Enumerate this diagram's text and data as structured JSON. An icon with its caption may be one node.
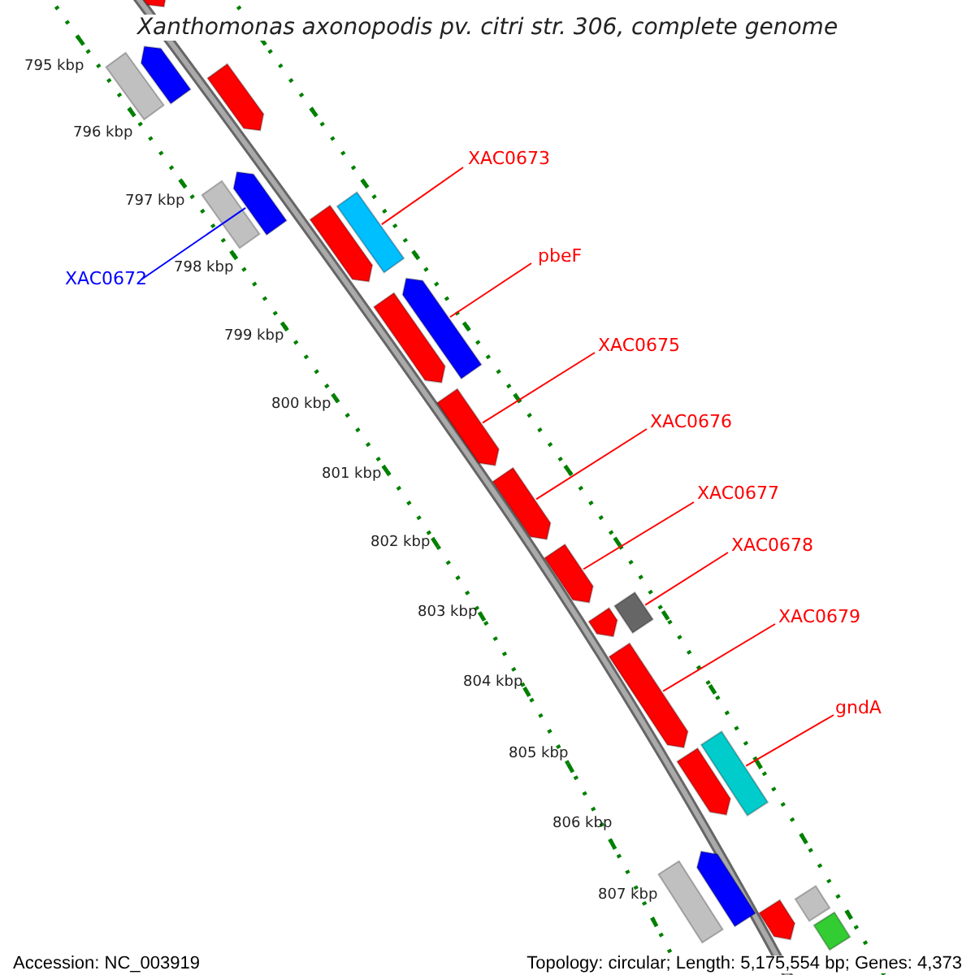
{
  "diagram": {
    "title": "Xanthomonas axonopodis pv. citri str. 306, complete genome",
    "nodes": [
      {
        "text": [],
        "shape": "bar"
      },
      {
        "text": [],
        "shape": "bar"
      },
      {
        "text": [],
        "shape": "bar"
      },
      {
        "text": [],
        "shape": "bar"
      },
      {
        "text": [
          "XAC0673"
        ]
      },
      {
        "text": [],
        "shape": "bar"
      },
      {
        "text": [],
        "shape": "bar"
      },
      {
        "text": [],
        "shape": "bar"
      },
      {
        "text": [],
        "shape": "bar"
      },
      {
        "text": [
          "pbeF"
        ]
      },
      {
        "text": [
          "XAC0672"
        ]
      },
      {
        "text": [],
        "shape": "bar"
      },
      {
        "text": [],
        "shape": "bar"
      },
      {
        "text": [
          "XAC0675"
        ]
      },
      {
        "text": [
          "XAC0676"
        ]
      },
      {
        "text": [],
        "shape": "bar"
      },
      {
        "text": [
          "XAC0677"
        ]
      },
      {
        "text": [],
        "shape": "bar"
      },
      {
        "text": [
          "XAC0678"
        ]
      },
      {
        "text": [],
        "shape": "bar"
      },
      {
        "text": [
          "XAC0679"
        ]
      },
      {
        "text": [],
        "shape": "bar"
      },
      {
        "text": [],
        "shape": "bar"
      },
      {
        "text": [],
        "shape": "bar"
      },
      {
        "text": [
          "gndA"
        ]
      },
      {
        "text": [],
        "shape": "bar"
      },
      {
        "text": [],
        "shape": "bar"
      },
      {
        "text": [],
        "shape": "bar"
      },
      {
        "text": [],
        "shape": "bar"
      },
      {
        "text": [],
        "shape": "bar"
      },
      {
        "text": [],
        "shape": "bar"
      },
      {
        "text": [],
        "shape": "bar"
      }
    ],
    "edges": [
      {
        "from": 10,
        "to": 5,
        "arrow": "none",
        "color": "#0000ff"
      },
      {
        "from": 4,
        "to": 7,
        "arrow": "none"
      },
      {
        "from": 9,
        "to": 11,
        "arrow": "none"
      },
      {
        "from": 13,
        "to": 15,
        "arrow": "none"
      },
      {
        "from": 14,
        "to": 17,
        "arrow": "none"
      },
      {
        "from": 16,
        "to": 19,
        "arrow": "none"
      },
      {
        "from": 18,
        "to": 21,
        "arrow": "none"
      },
      {
        "from": 20,
        "to": 23,
        "arrow": "none"
      },
      {
        "from": 24,
        "to": 25,
        "arrow": "none"
      }
    ],
    "labels": [
      "795 kbp",
      "796 kbp",
      "797 kbp",
      "798 kbp",
      "799 kbp",
      "800 kbp",
      "801 kbp",
      "802 kbp",
      "803 kbp",
      "804 kbp",
      "805 kbp",
      "806 kbp",
      "807 kbp",
      "Accession: NC_003919",
      "Topology: circular; Length: 5,175,554 bp; Genes: 4,373"
    ]
  }
}
